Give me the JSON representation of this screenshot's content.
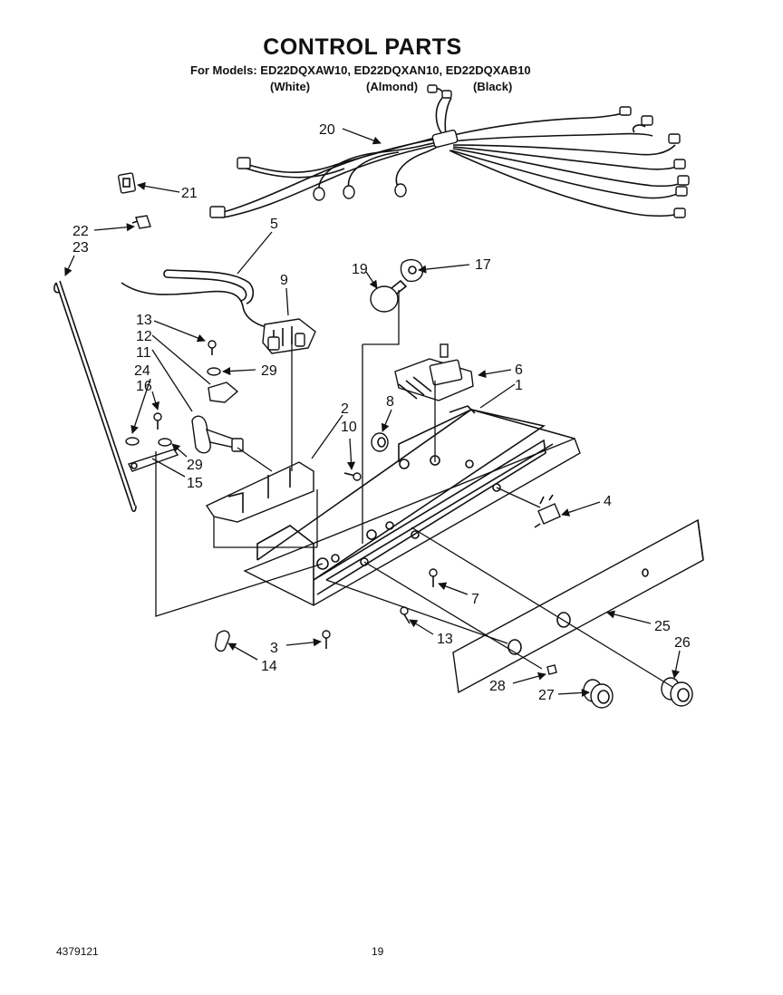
{
  "header": {
    "title": "CONTROL PARTS",
    "models_line": "For Models: ED22DQXAW10, ED22DQXAN10, ED22DQXAB10",
    "finish_white": "(White)",
    "finish_almond": "(Almond)",
    "finish_black": "(Black)"
  },
  "callouts": {
    "c1": "1",
    "c2": "2",
    "c3": "3",
    "c4": "4",
    "c5": "5",
    "c6": "6",
    "c7": "7",
    "c8": "8",
    "c9": "9",
    "c10": "10",
    "c11": "11",
    "c12": "12",
    "c13a": "13",
    "c13b": "13",
    "c14": "14",
    "c15": "15",
    "c16": "16",
    "c17": "17",
    "c19": "19",
    "c20": "20",
    "c21": "21",
    "c22": "22",
    "c23": "23",
    "c24": "24",
    "c25": "25",
    "c26": "26",
    "c27": "27",
    "c28": "28",
    "c29a": "29",
    "c29b": "29"
  },
  "footer": {
    "part_number": "4379121",
    "page_number": "19"
  }
}
